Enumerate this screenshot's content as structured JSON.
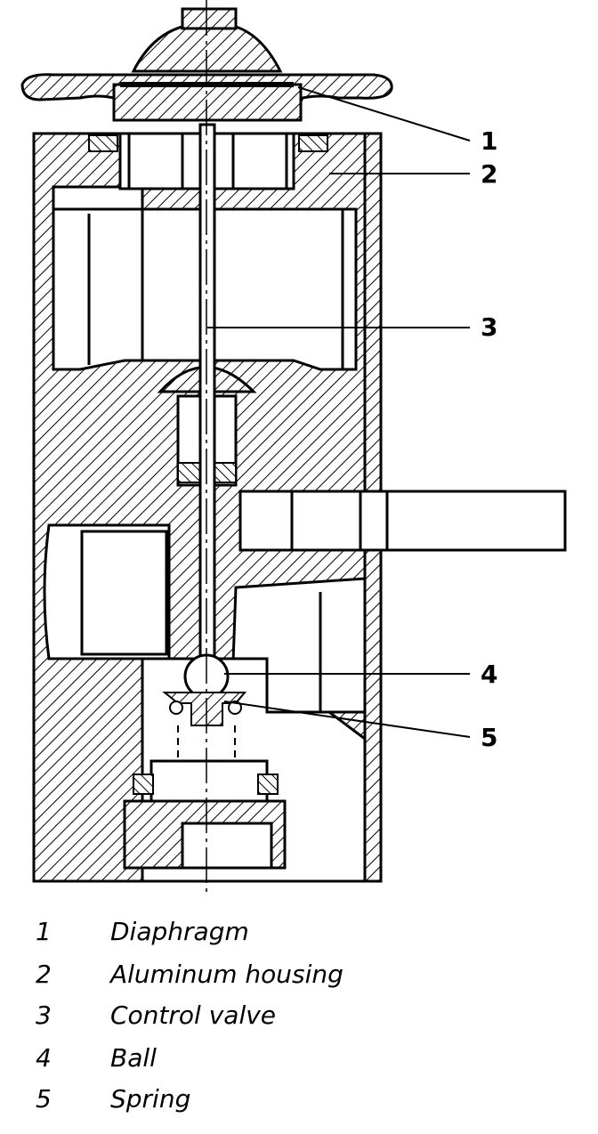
{
  "callouts": [
    "1",
    "2",
    "3",
    "4",
    "5"
  ],
  "legend": [
    {
      "num": "1",
      "label": "Diaphragm"
    },
    {
      "num": "2",
      "label": "Aluminum housing"
    },
    {
      "num": "3",
      "label": "Control valve"
    },
    {
      "num": "4",
      "label": "Ball"
    },
    {
      "num": "5",
      "label": "Spring"
    }
  ]
}
